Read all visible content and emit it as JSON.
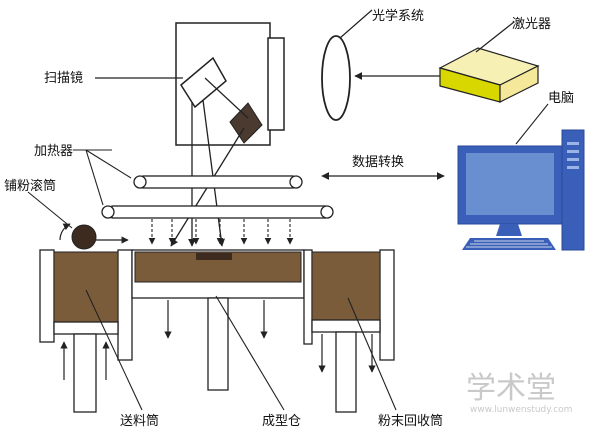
{
  "labels": {
    "optical_system": "光学系统",
    "laser": "激光器",
    "scanner_mirror": "扫描镜",
    "computer": "电脑",
    "heater": "加热器",
    "roller": "铺粉滚筒",
    "data_transfer": "数据转换",
    "feed_cylinder": "送料筒",
    "build_chamber": "成型仓",
    "powder_recovery": "粉末回收筒"
  },
  "watermark": {
    "main": "学术堂",
    "url": "www.lunwenstudy.com"
  },
  "colors": {
    "powder": "#7b5c3a",
    "laser_body": "#f5e89a",
    "laser_side": "#d8d800",
    "monitor_screen": "#6a8fd0",
    "monitor_frame": "#3a5fb8",
    "mirror_dark": "#4a3a30",
    "line": "#222222"
  }
}
